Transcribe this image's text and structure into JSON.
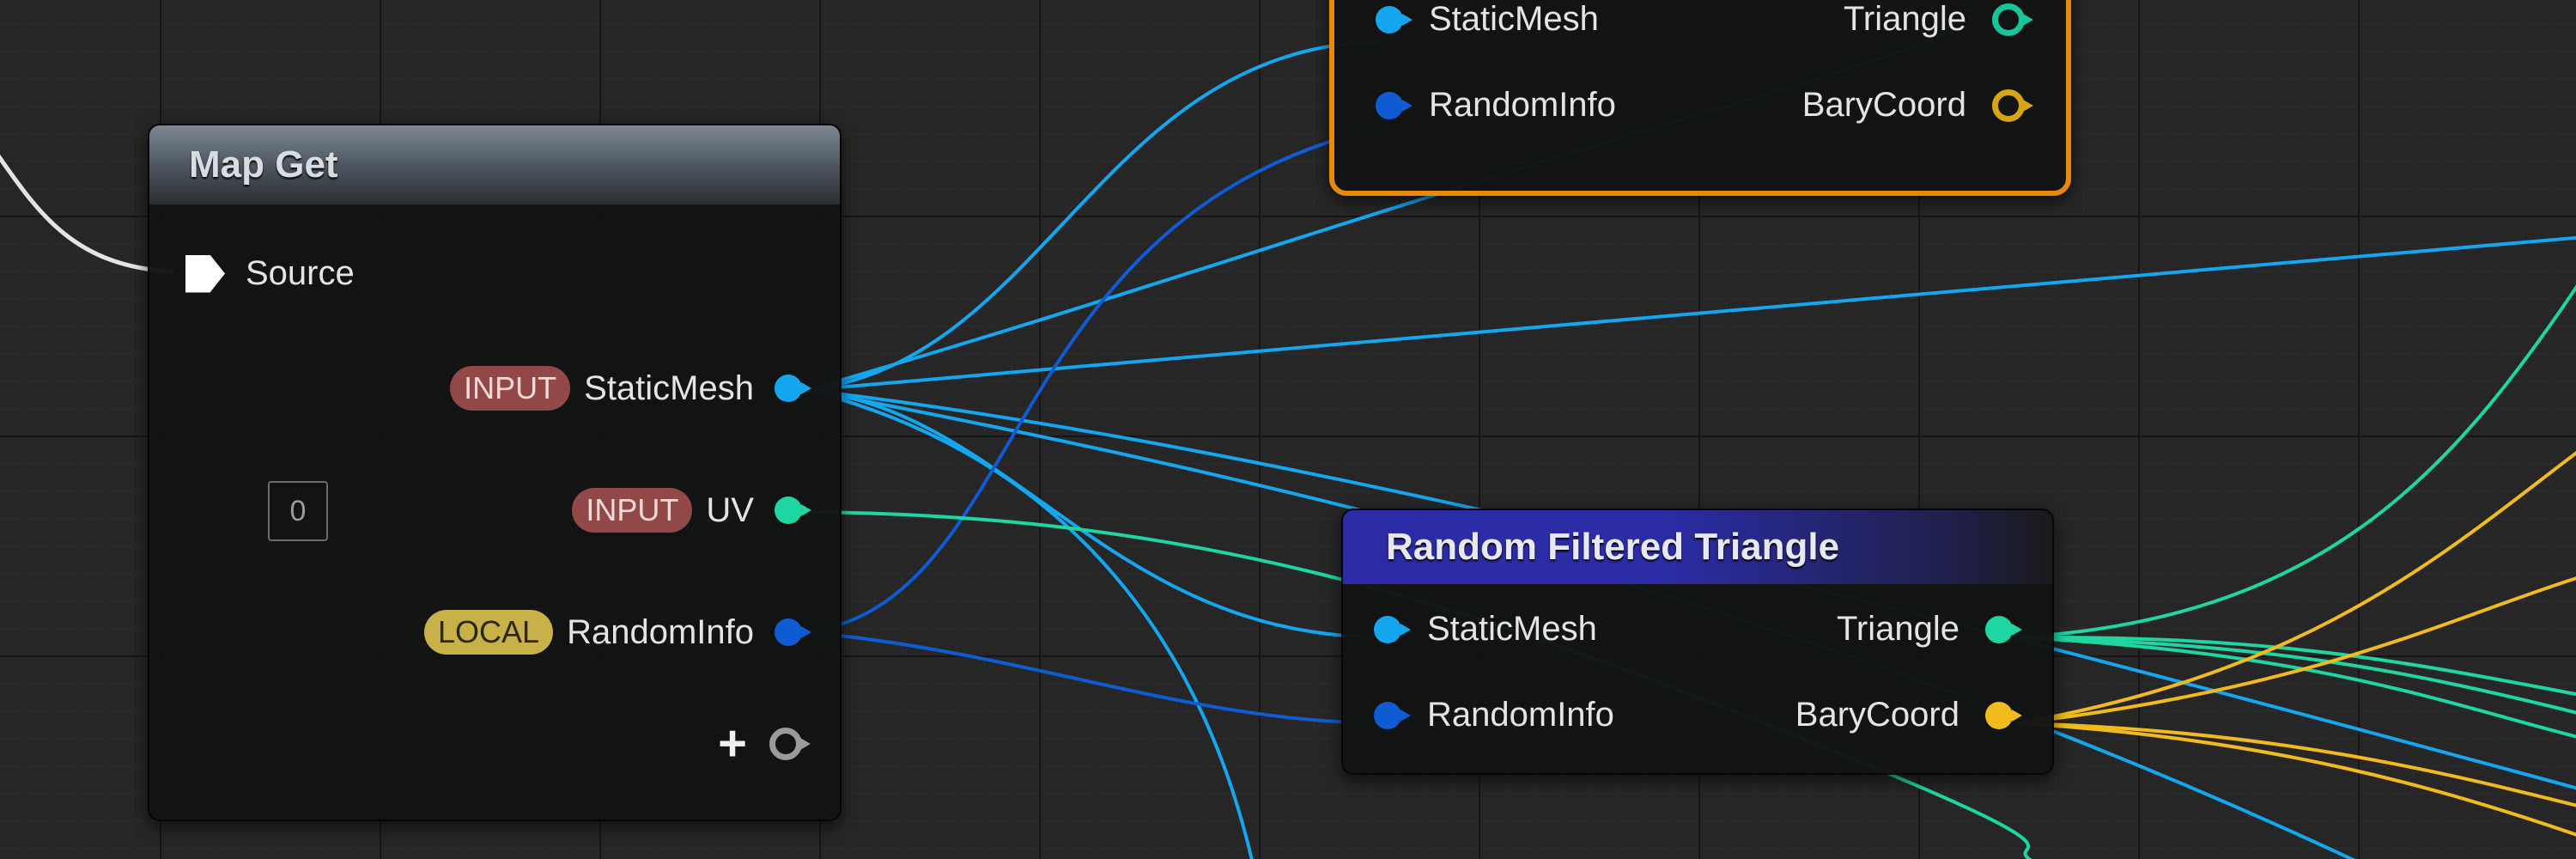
{
  "map_get": {
    "title": "Map Get",
    "source_label": "Source",
    "pins": [
      {
        "badge": "INPUT",
        "label": "StaticMesh"
      },
      {
        "badge": "INPUT",
        "label": "UV"
      },
      {
        "badge": "LOCAL",
        "label": "RandomInfo"
      }
    ],
    "index_value": "0",
    "add_pin_glyph": "+"
  },
  "top_node": {
    "inputs": [
      "StaticMesh",
      "RandomInfo"
    ],
    "outputs": [
      "Triangle",
      "BaryCoord"
    ]
  },
  "random_filtered_triangle": {
    "title": "Random Filtered Triangle",
    "inputs": [
      "StaticMesh",
      "RandomInfo"
    ],
    "outputs": [
      "Triangle",
      "BaryCoord"
    ]
  },
  "colors": {
    "static_mesh": "#14a6ee",
    "uv": "#1ed6a2",
    "random_info": "#0f5bd4",
    "triangle": "#1ed6a2",
    "bary_coord": "#f1bb1e",
    "exec": "#e8e8e8",
    "selection_outline": "#e8890c",
    "badge_input": "#934848",
    "badge_local": "#c9b14a"
  }
}
